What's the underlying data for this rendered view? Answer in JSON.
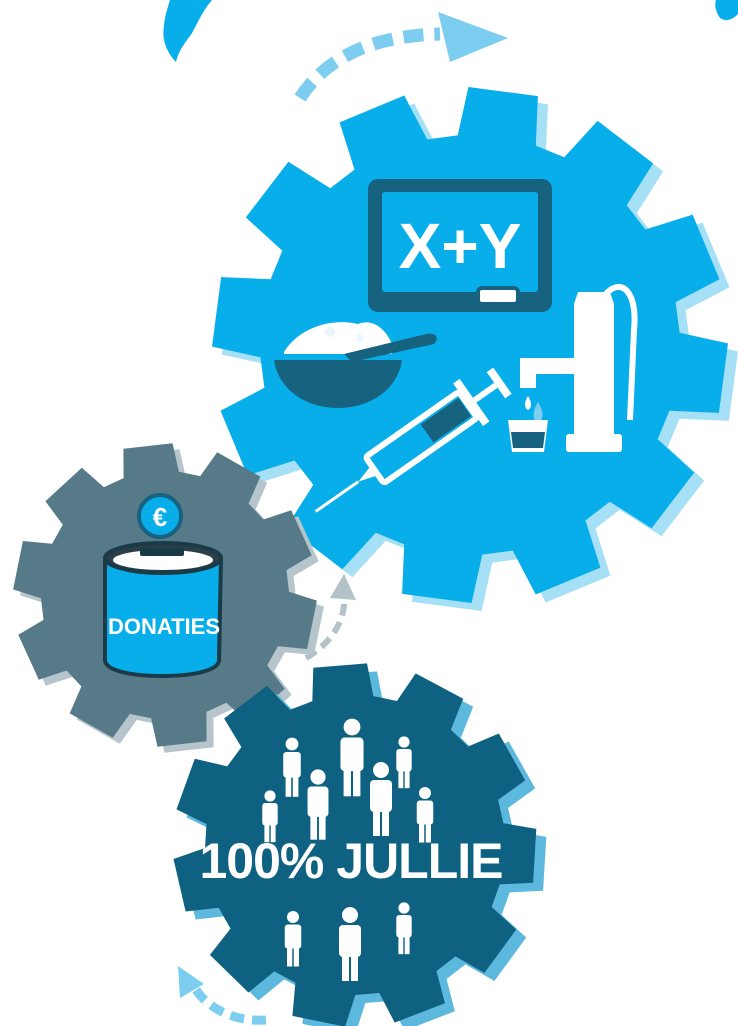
{
  "colors": {
    "gear_education": "#08aeea",
    "gear_education_shadow": "#a6e0f7",
    "gear_donation": "#567a87",
    "gear_donation_shadow": "#b6c5cb",
    "gear_people": "#0e6180",
    "gear_people_shadow": "#5cb8dc",
    "icon_dark": "#17627f",
    "icon_white": "#ffffff",
    "arrow_blue": "#7ccdef",
    "arrow_grey": "#b3c2c7"
  },
  "gears": {
    "education": {
      "icons": [
        "blackboard-icon",
        "bowl-of-food-icon",
        "syringe-icon",
        "water-pump-icon",
        "cup-of-water-icon"
      ],
      "blackboard_text": "X+Y"
    },
    "donation": {
      "icons": [
        "money-tin-icon",
        "euro-coin-icon"
      ],
      "coin_symbol": "€",
      "tin_label": "DONATIES"
    },
    "people": {
      "icons": [
        "person-icon"
      ],
      "label": "100% JULLIE"
    }
  }
}
